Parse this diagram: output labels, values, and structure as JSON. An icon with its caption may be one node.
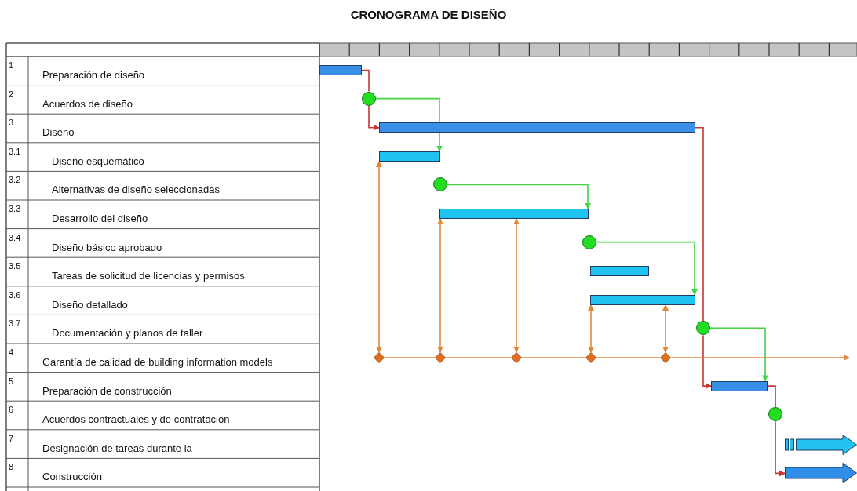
{
  "diagram": {
    "title": "CRONOGRAMA DE DISEÑO",
    "nodes": [
      {
        "text": [],
        "shape": "bar"
      },
      {
        "text": [],
        "shape": "circle"
      },
      {
        "text": [],
        "shape": "bar"
      },
      {
        "text": [],
        "shape": "bar"
      },
      {
        "text": [],
        "shape": "circle"
      },
      {
        "text": [],
        "shape": "bar"
      },
      {
        "text": [],
        "shape": "circle"
      },
      {
        "text": [],
        "shape": "bar"
      },
      {
        "text": [],
        "shape": "bar"
      },
      {
        "text": [],
        "shape": "circle"
      },
      {
        "text": [],
        "shape": "diamond"
      },
      {
        "text": [],
        "shape": "diamond"
      },
      {
        "text": [],
        "shape": "diamond"
      },
      {
        "text": [],
        "shape": "diamond"
      },
      {
        "text": [],
        "shape": "diamond"
      },
      {
        "text": [],
        "shape": "bar"
      },
      {
        "text": [],
        "shape": "circle"
      },
      {
        "text": [],
        "shape": "arrow"
      },
      {
        "text": [],
        "shape": "arrow"
      }
    ],
    "edges": [
      {
        "from": 0,
        "to": 1,
        "arrow": "none",
        "color": "#cc3333"
      },
      {
        "from": 1,
        "to": 2,
        "arrow": "to",
        "color": "#cc3333"
      },
      {
        "from": 1,
        "to": 3,
        "arrow": "to",
        "color": "#44d444"
      },
      {
        "from": 10,
        "to": 3,
        "arrow": "both"
      },
      {
        "from": 11,
        "to": 5,
        "arrow": "both"
      },
      {
        "from": 4,
        "to": 5,
        "arrow": "to",
        "color": "#44d444"
      },
      {
        "from": 12,
        "to": 5,
        "arrow": "both"
      },
      {
        "from": 13,
        "to": 8,
        "arrow": "both"
      },
      {
        "from": 14,
        "to": 8,
        "arrow": "both"
      },
      {
        "from": 6,
        "to": 8,
        "arrow": "to",
        "color": "#44d444"
      },
      {
        "from": 2,
        "to": 9,
        "arrow": "none",
        "color": "#cc3333"
      },
      {
        "from": 9,
        "to": 15,
        "arrow": "to",
        "color": "#cc3333"
      },
      {
        "from": 9,
        "to": 15,
        "arrow": "to",
        "color": "#44d444"
      },
      {
        "from": 15,
        "to": 16,
        "arrow": "none",
        "color": "#cc3333"
      },
      {
        "from": 16,
        "to": 18,
        "arrow": "to",
        "color": "#cc3333"
      },
      {
        "from": 10,
        "to": 11,
        "arrow": "none"
      },
      {
        "from": 11,
        "to": 12,
        "arrow": "none"
      },
      {
        "from": 12,
        "to": 13,
        "arrow": "none"
      },
      {
        "from": 13,
        "to": 14,
        "arrow": "none"
      },
      {
        "from": 14,
        "to": null,
        "arrow": "to"
      }
    ],
    "labels": [
      "1",
      "Preparación de diseño",
      "2",
      "Acuerdos de diseño",
      "3",
      "Diseño",
      "3.1",
      "Diseño esquemático",
      "3.2",
      "Alternativas de diseño seleccionadas",
      "3.3",
      "Desarrollo del diseño",
      "3.4",
      "Diseño básico aprobado",
      "3.5",
      "Tareas de solicitud de licencias y permisos",
      "3.6",
      "Diseño detallado",
      "3.7",
      "Documentación y planos de taller",
      "4",
      "Garantía de calidad de building information models",
      "5",
      "Preparación de construcción",
      "6",
      "Acuerdos contractuales y de contratación",
      "7",
      "Designación de tareas durante la",
      "8",
      "Construcción"
    ]
  }
}
